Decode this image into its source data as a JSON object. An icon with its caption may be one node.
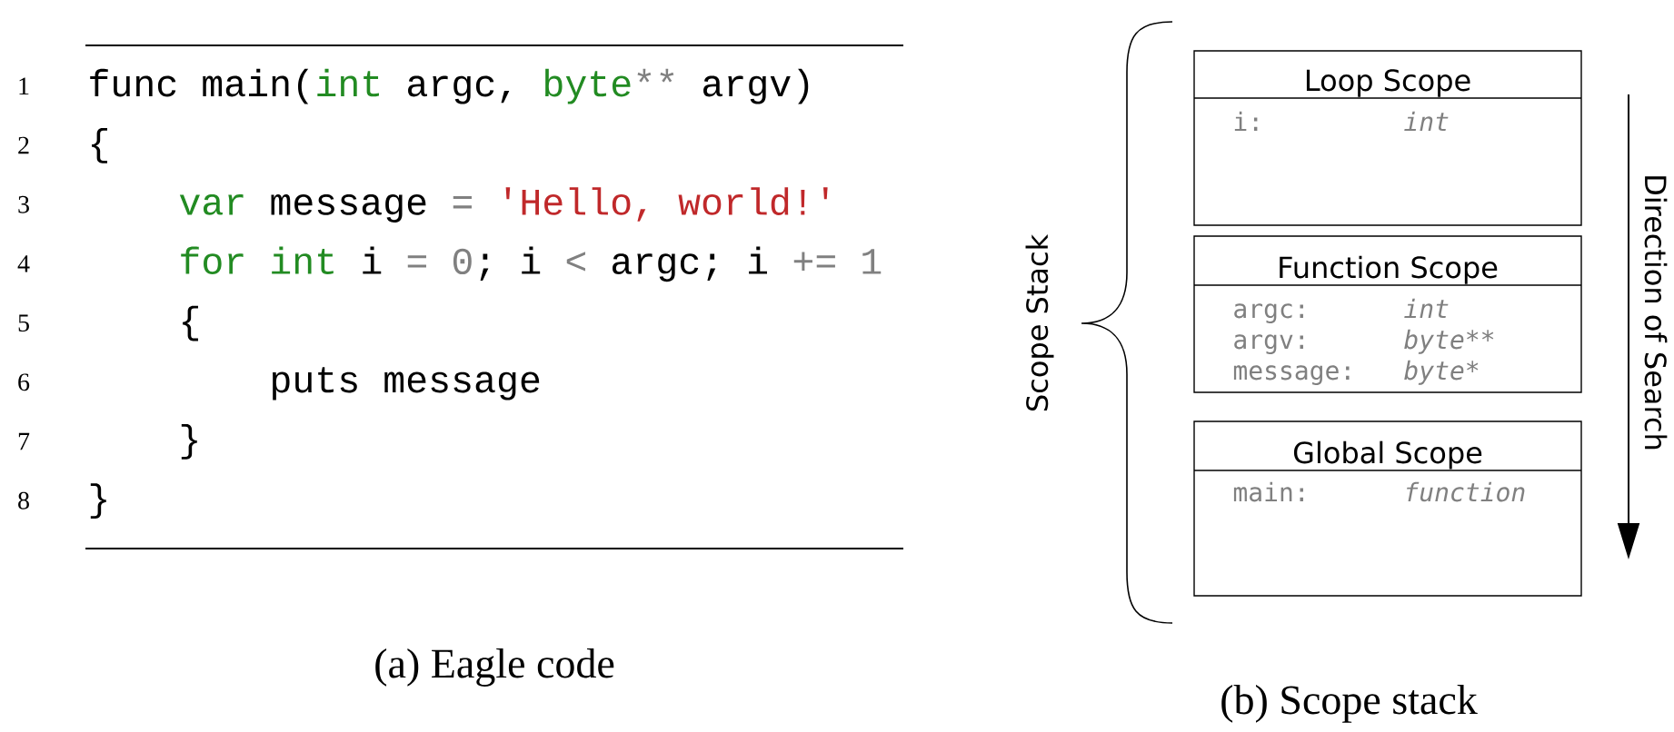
{
  "diagram": {
    "nodes": [
      {
        "text": [
          "Loop Scope",
          "i:",
          "int"
        ]
      },
      {
        "text": [
          "Function Scope",
          "argc:",
          "int",
          "argv:",
          "byte**",
          "message:",
          "byte*"
        ]
      },
      {
        "text": [
          "Global Scope",
          "main:",
          "function"
        ]
      }
    ],
    "edges": [],
    "labels": [
      "1",
      "func main(",
      "int",
      "argc,",
      "byte",
      "**",
      "argv)",
      "2",
      "{",
      "3",
      "var",
      "message",
      "=",
      "'Hello, world!'",
      "4",
      "for int",
      "i",
      "=",
      "0",
      "; i",
      "<",
      "argc; i",
      "+= 1",
      "5",
      "{",
      "6",
      "puts message",
      "7",
      "}",
      "8",
      "}",
      "(a) Eagle code",
      "Scope Stack",
      "Direction of Search",
      "(b) Scope stack"
    ]
  }
}
